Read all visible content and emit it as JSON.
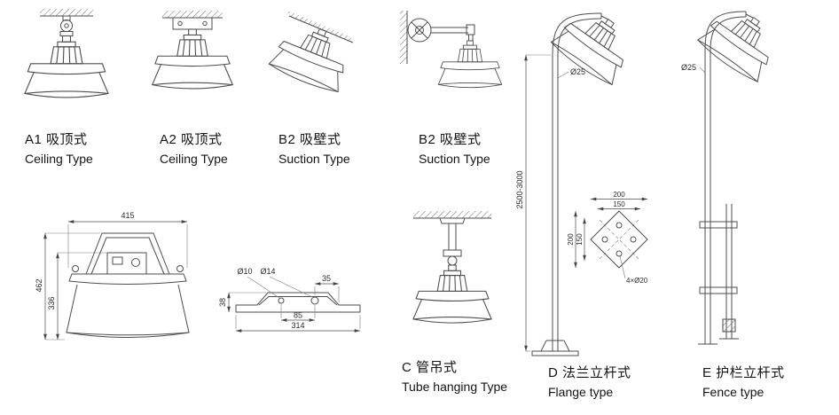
{
  "figures": {
    "a1": {
      "code": "A1 吸顶式",
      "type": "Ceiling Type"
    },
    "a2": {
      "code": "A2 吸顶式",
      "type": "Ceiling Type"
    },
    "b2_wall": {
      "code": "B2 吸壁式",
      "type": "Suction Type"
    },
    "b2_arm": {
      "code": "B2 吸壁式",
      "type": "Suction Type"
    },
    "c": {
      "code": "C 管吊式",
      "type": "Tube hanging Type"
    },
    "d": {
      "code": "D 法兰立杆式",
      "type": "Flange type"
    },
    "e": {
      "code": "E 护栏立杆式",
      "type": "Fence type"
    }
  },
  "dims": {
    "front_top_width": "415",
    "front_total_height": "462",
    "front_body_height": "336",
    "bracket_hole_small": "Ø10",
    "bracket_hole_large": "Ø14",
    "bracket_offset": "35",
    "bracket_height": "38",
    "bracket_hole_spacing": "85",
    "bracket_length": "314",
    "pole_diameter_d": "Ø25",
    "pole_diameter_e": "Ø25",
    "pole_height_range": "2500-3000",
    "flange_size_top": "200",
    "flange_bolt_top": "150",
    "flange_size_left": "200",
    "flange_bolt_left": "150",
    "flange_holes": "4×Ø20"
  },
  "style": {
    "line_color": "#4d4d4d",
    "text_color": "#141414"
  }
}
